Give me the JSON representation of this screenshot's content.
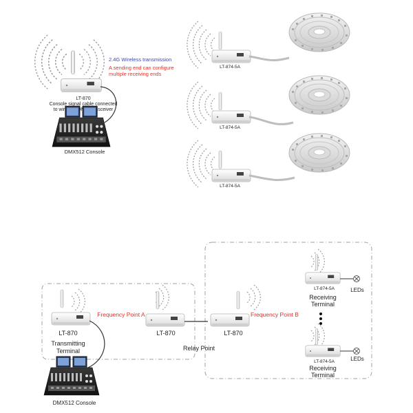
{
  "top": {
    "wireless_text": "2.4G Wireless transmission",
    "config_text_1": "A sending end can configure",
    "config_text_2": "multiple receiving ends",
    "lt870_label": "LT-870",
    "lt870_desc_1": "Console signal cable connected",
    "lt870_desc_2": "to wireless DMX transceiver",
    "console_label": "DMX512 Console",
    "receivers": [
      "LT-874-5A",
      "LT-874-5A",
      "LT-874-5A"
    ]
  },
  "bottom": {
    "tx_model": "LT-870",
    "tx_role_1": "Transmitting",
    "tx_role_2": "Terminal",
    "freq_a": "Frequency Point A",
    "relay_model_1": "LT-870",
    "relay_model_2": "LT-870",
    "relay_label": "Relay Point",
    "freq_b": "Frequency Point B",
    "rx_model_1": "LT-874-5A",
    "rx_model_2": "LT-874-5A",
    "rx_role_1a": "Receiving",
    "rx_role_1b": "Terminal",
    "rx_role_2a": "Receiving",
    "rx_role_2b": "Terminal",
    "leds_1": "LEDs",
    "leds_2": "LEDs",
    "console_label": "DMX512 Console"
  },
  "colors": {
    "accent_red": "#e0322a",
    "accent_blue": "#3a49a8",
    "device": "#eeeeee",
    "dash": "#9a9a9a"
  }
}
